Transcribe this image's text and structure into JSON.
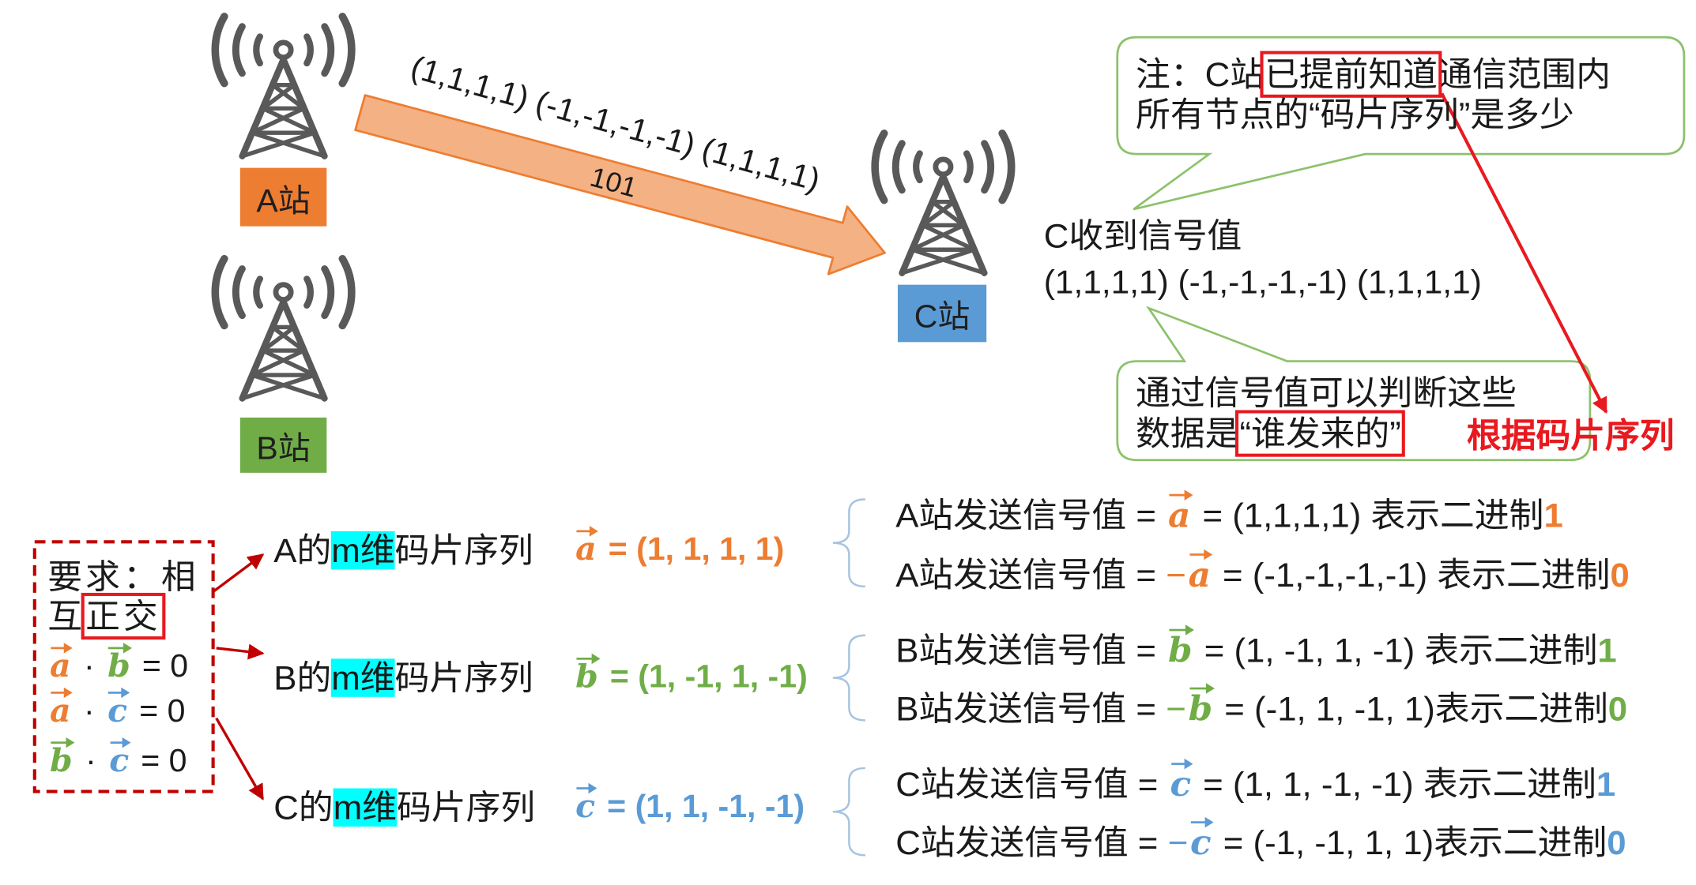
{
  "stations": {
    "a": {
      "label": "A站",
      "color": "#ED7D31"
    },
    "b": {
      "label": "B站",
      "color": "#70AD47"
    },
    "c": {
      "label": "C站",
      "color": "#5B9BD5"
    }
  },
  "transmission": {
    "signal": "(1,1,1,1) (-1,-1,-1,-1) (1,1,1,1)",
    "bits": "101",
    "arrow_fill": "#F4B183",
    "arrow_stroke": "#ED7D31"
  },
  "note_callout": {
    "prefix": "注：C站",
    "highlight": "已提前知道",
    "line1_suffix": "通信范围内",
    "line2": "所有节点的“码片序列”是多少"
  },
  "received": {
    "label": "C收到信号值",
    "value": "(1,1,1,1) (-1,-1,-1,-1) (1,1,1,1)"
  },
  "judge_callout": {
    "line1": "通过信号值可以判断这些",
    "line2_prefix": "数据是",
    "highlight": "“谁发来的”"
  },
  "annotation": {
    "text": "根据码片序列",
    "color": "#E8191F"
  },
  "highlight_color": "#00FFFF",
  "callout_border_color": "#8DC16C",
  "requirement": {
    "line1": "要求：相",
    "line2_prefix": "互",
    "highlight": "正交",
    "border_color": "#C00000",
    "equations": [
      {
        "left": "a",
        "left_color": "#ED7D31",
        "dot": "·",
        "right": "b",
        "right_color": "#70AD47",
        "result": "= 0"
      },
      {
        "left": "a",
        "left_color": "#ED7D31",
        "dot": "·",
        "right": "c",
        "right_color": "#5B9BD5",
        "result": "= 0"
      },
      {
        "left": "b",
        "left_color": "#70AD47",
        "dot": "·",
        "right": "c",
        "right_color": "#5B9BD5",
        "result": "= 0"
      }
    ]
  },
  "chip_sequences": [
    {
      "prefix": "A的",
      "highlight": "m维",
      "suffix": "码片序列",
      "vector": "a",
      "value": "= (1, 1, 1, 1)",
      "color": "#ED7D31",
      "signals": [
        {
          "prefix": "A站发送信号值 =",
          "sign": "",
          "vector": "a",
          "value": "=  (1,1,1,1) 表示二进制",
          "bit": "1"
        },
        {
          "prefix": "A站发送信号值 =",
          "sign": "−",
          "vector": "a",
          "value": "= (-1,-1,-1,-1) 表示二进制",
          "bit": "0"
        }
      ]
    },
    {
      "prefix": "B的",
      "highlight": "m维",
      "suffix": "码片序列",
      "vector": "b",
      "value": "= (1, -1, 1, -1)",
      "color": "#70AD47",
      "signals": [
        {
          "prefix": "B站发送信号值 =",
          "sign": "",
          "vector": "b",
          "value": "= (1, -1, 1, -1) 表示二进制",
          "bit": "1"
        },
        {
          "prefix": "B站发送信号值 =",
          "sign": "−",
          "vector": "b",
          "value": "= (-1, 1, -1, 1)表示二进制",
          "bit": "0"
        }
      ]
    },
    {
      "prefix": "C的",
      "highlight": "m维",
      "suffix": "码片序列",
      "vector": "c",
      "value": "= (1, 1, -1, -1)",
      "color": "#5B9BD5",
      "signals": [
        {
          "prefix": "C站发送信号值 =",
          "sign": "",
          "vector": "c",
          "value": "= (1, 1, -1, -1) 表示二进制",
          "bit": "1"
        },
        {
          "prefix": "C站发送信号值 =",
          "sign": "−",
          "vector": "c",
          "value": "= (-1, -1, 1, 1)表示二进制",
          "bit": "0"
        }
      ]
    }
  ]
}
